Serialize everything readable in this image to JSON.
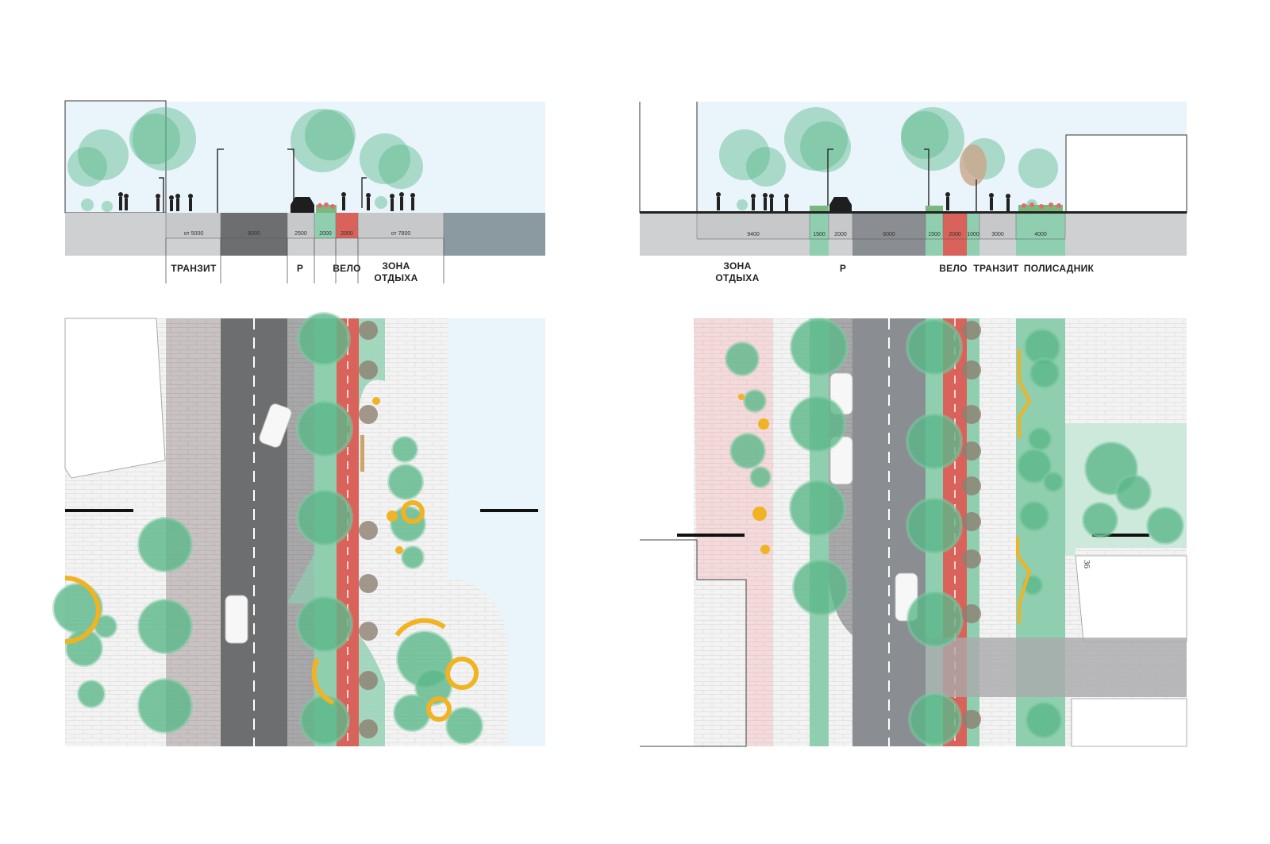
{
  "left_section": {
    "zones": [
      "ТРАНЗИТ",
      "Р",
      "ВЕЛО",
      "ЗОНА",
      "ОТДЫХА"
    ],
    "dims": [
      "от 5000",
      "6000",
      "2500",
      "2000",
      "2000",
      "от 7800"
    ]
  },
  "right_section": {
    "zones": [
      "ЗОНА",
      "ОТДЫХА",
      "Р",
      "ВЕЛО",
      "ТРАНЗИТ",
      "ПОЛИСАДНИК"
    ],
    "dims": [
      "9400",
      "1500",
      "2000",
      "6000",
      "1500",
      "2000",
      "1000",
      "3000",
      "4000"
    ]
  },
  "right_plan": {
    "building_number": "36"
  },
  "colors": {
    "sky": "#e9f4fb",
    "tree": "#5bb78a",
    "bike_lane": "#d9635a",
    "road": "#8a8d92",
    "green_strip": "#8fcfb0",
    "rest_zone_pink": "#f2d4d6",
    "accent_yellow": "#f0b323"
  }
}
